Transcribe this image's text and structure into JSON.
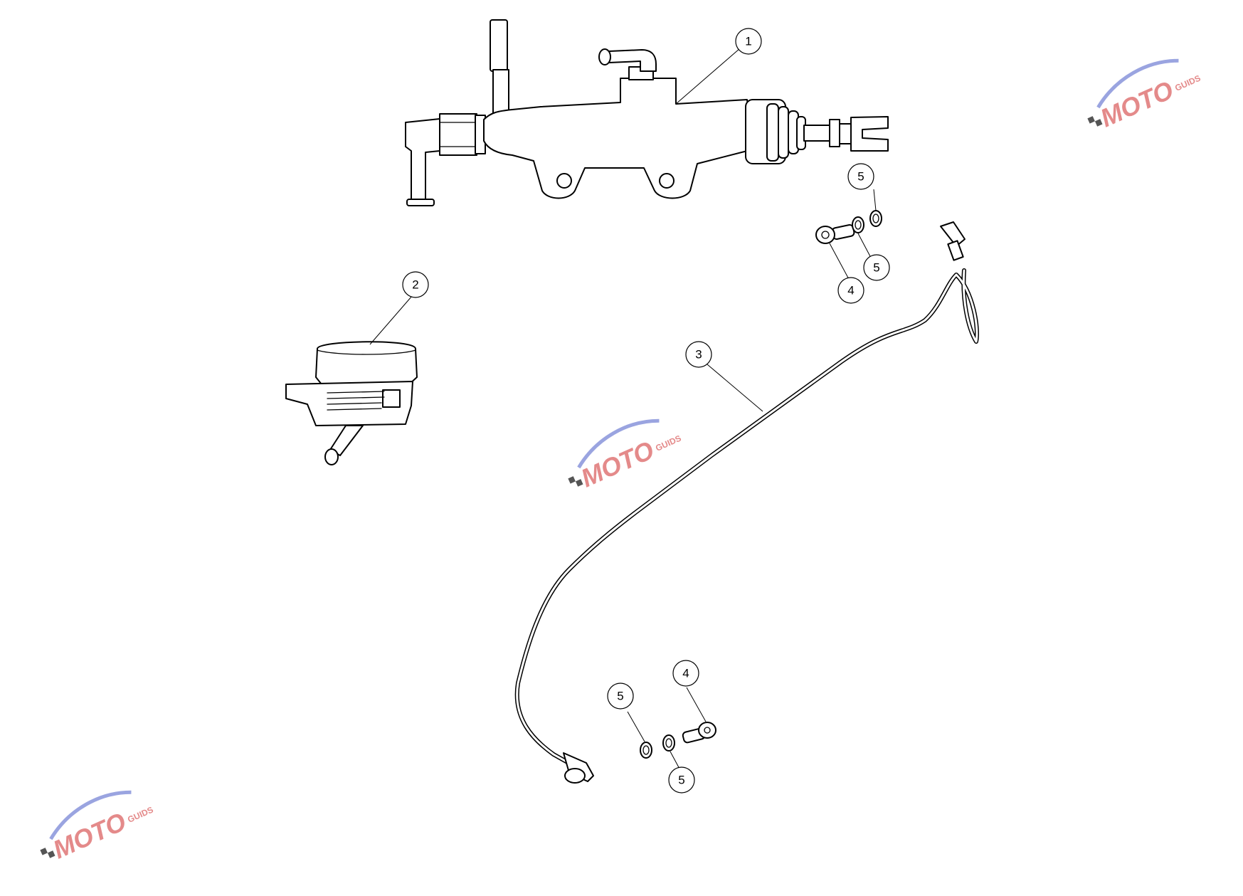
{
  "callouts": [
    {
      "id": "c1",
      "label": "1"
    },
    {
      "id": "c2",
      "label": "2"
    },
    {
      "id": "c3",
      "label": "3"
    },
    {
      "id": "c4a",
      "label": "4"
    },
    {
      "id": "c4b",
      "label": "4"
    },
    {
      "id": "c5a",
      "label": "5"
    },
    {
      "id": "c5b",
      "label": "5"
    },
    {
      "id": "c5c",
      "label": "5"
    },
    {
      "id": "c5d",
      "label": "5"
    }
  ],
  "watermark": {
    "brand": "MOTO",
    "sub": "GUIDS",
    "colors": {
      "swoosh": "#9aa4e0",
      "text": "#e48a8a",
      "flag": "#555555"
    }
  }
}
